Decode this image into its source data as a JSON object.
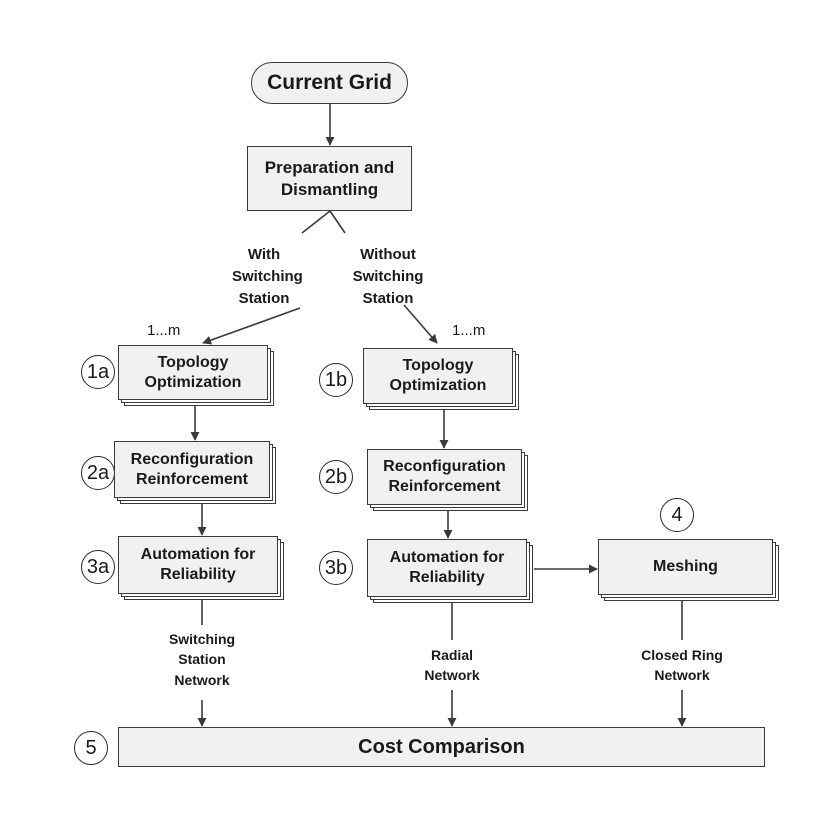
{
  "start": "Current Grid",
  "prep": [
    "Preparation and",
    "Dismantling"
  ],
  "branch_with": [
    "With",
    "Switching",
    "Station"
  ],
  "branch_without": [
    "Without",
    "Switching",
    "Station"
  ],
  "multiplicity": "1...m",
  "steps": {
    "topology": [
      "Topology",
      "Optimization"
    ],
    "reconfig": [
      "Reconfiguration",
      "Reinforcement"
    ],
    "automation": [
      "Automation for",
      "Reliability"
    ],
    "meshing": "Meshing",
    "cost": "Cost Comparison"
  },
  "markers": {
    "m1a": "1a",
    "m2a": "2a",
    "m3a": "3a",
    "m1b": "1b",
    "m2b": "2b",
    "m3b": "3b",
    "m4": "4",
    "m5": "5"
  },
  "networks": {
    "switching": [
      "Switching",
      "Station",
      "Network"
    ],
    "radial": [
      "Radial",
      "Network"
    ],
    "closed": [
      "Closed Ring",
      "Network"
    ]
  }
}
